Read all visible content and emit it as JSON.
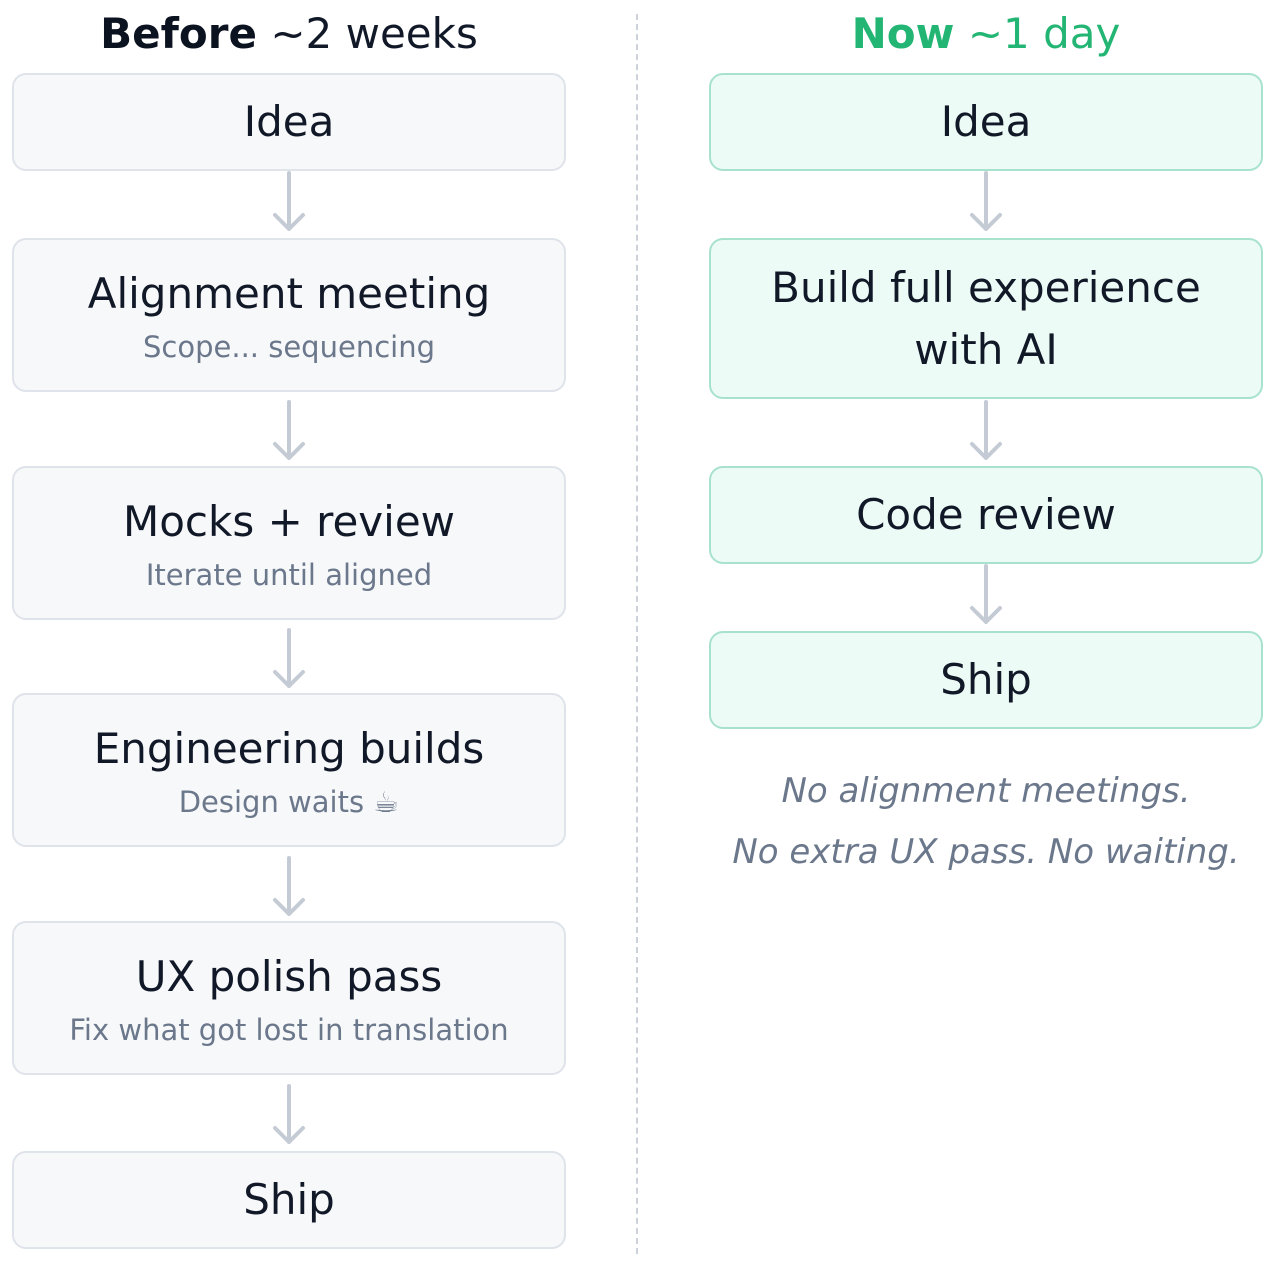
{
  "before": {
    "label": "Before",
    "duration": "~2 weeks",
    "steps": [
      {
        "title": "Idea",
        "subtitle": ""
      },
      {
        "title": "Alignment meeting",
        "subtitle": "Scope... sequencing"
      },
      {
        "title": "Mocks + review",
        "subtitle": "Iterate until aligned"
      },
      {
        "title": "Engineering builds",
        "subtitle": "Design waits ☕"
      },
      {
        "title": "UX polish pass",
        "subtitle": "Fix what got lost in translation"
      },
      {
        "title": "Ship",
        "subtitle": ""
      }
    ]
  },
  "now": {
    "label": "Now",
    "duration": "~1 day",
    "steps": [
      {
        "title": "Idea"
      },
      {
        "title_line1": "Build full experience",
        "title_line2": "with AI"
      },
      {
        "title": "Code review"
      },
      {
        "title": "Ship"
      }
    ],
    "note_line1": "No alignment meetings.",
    "note_line2": "No extra UX pass. No waiting."
  },
  "colors": {
    "accent": "#22b573",
    "before_box_bg": "#f7f8fa",
    "now_box_bg": "#ecfbf6",
    "arrow": "#c5cbd5"
  }
}
